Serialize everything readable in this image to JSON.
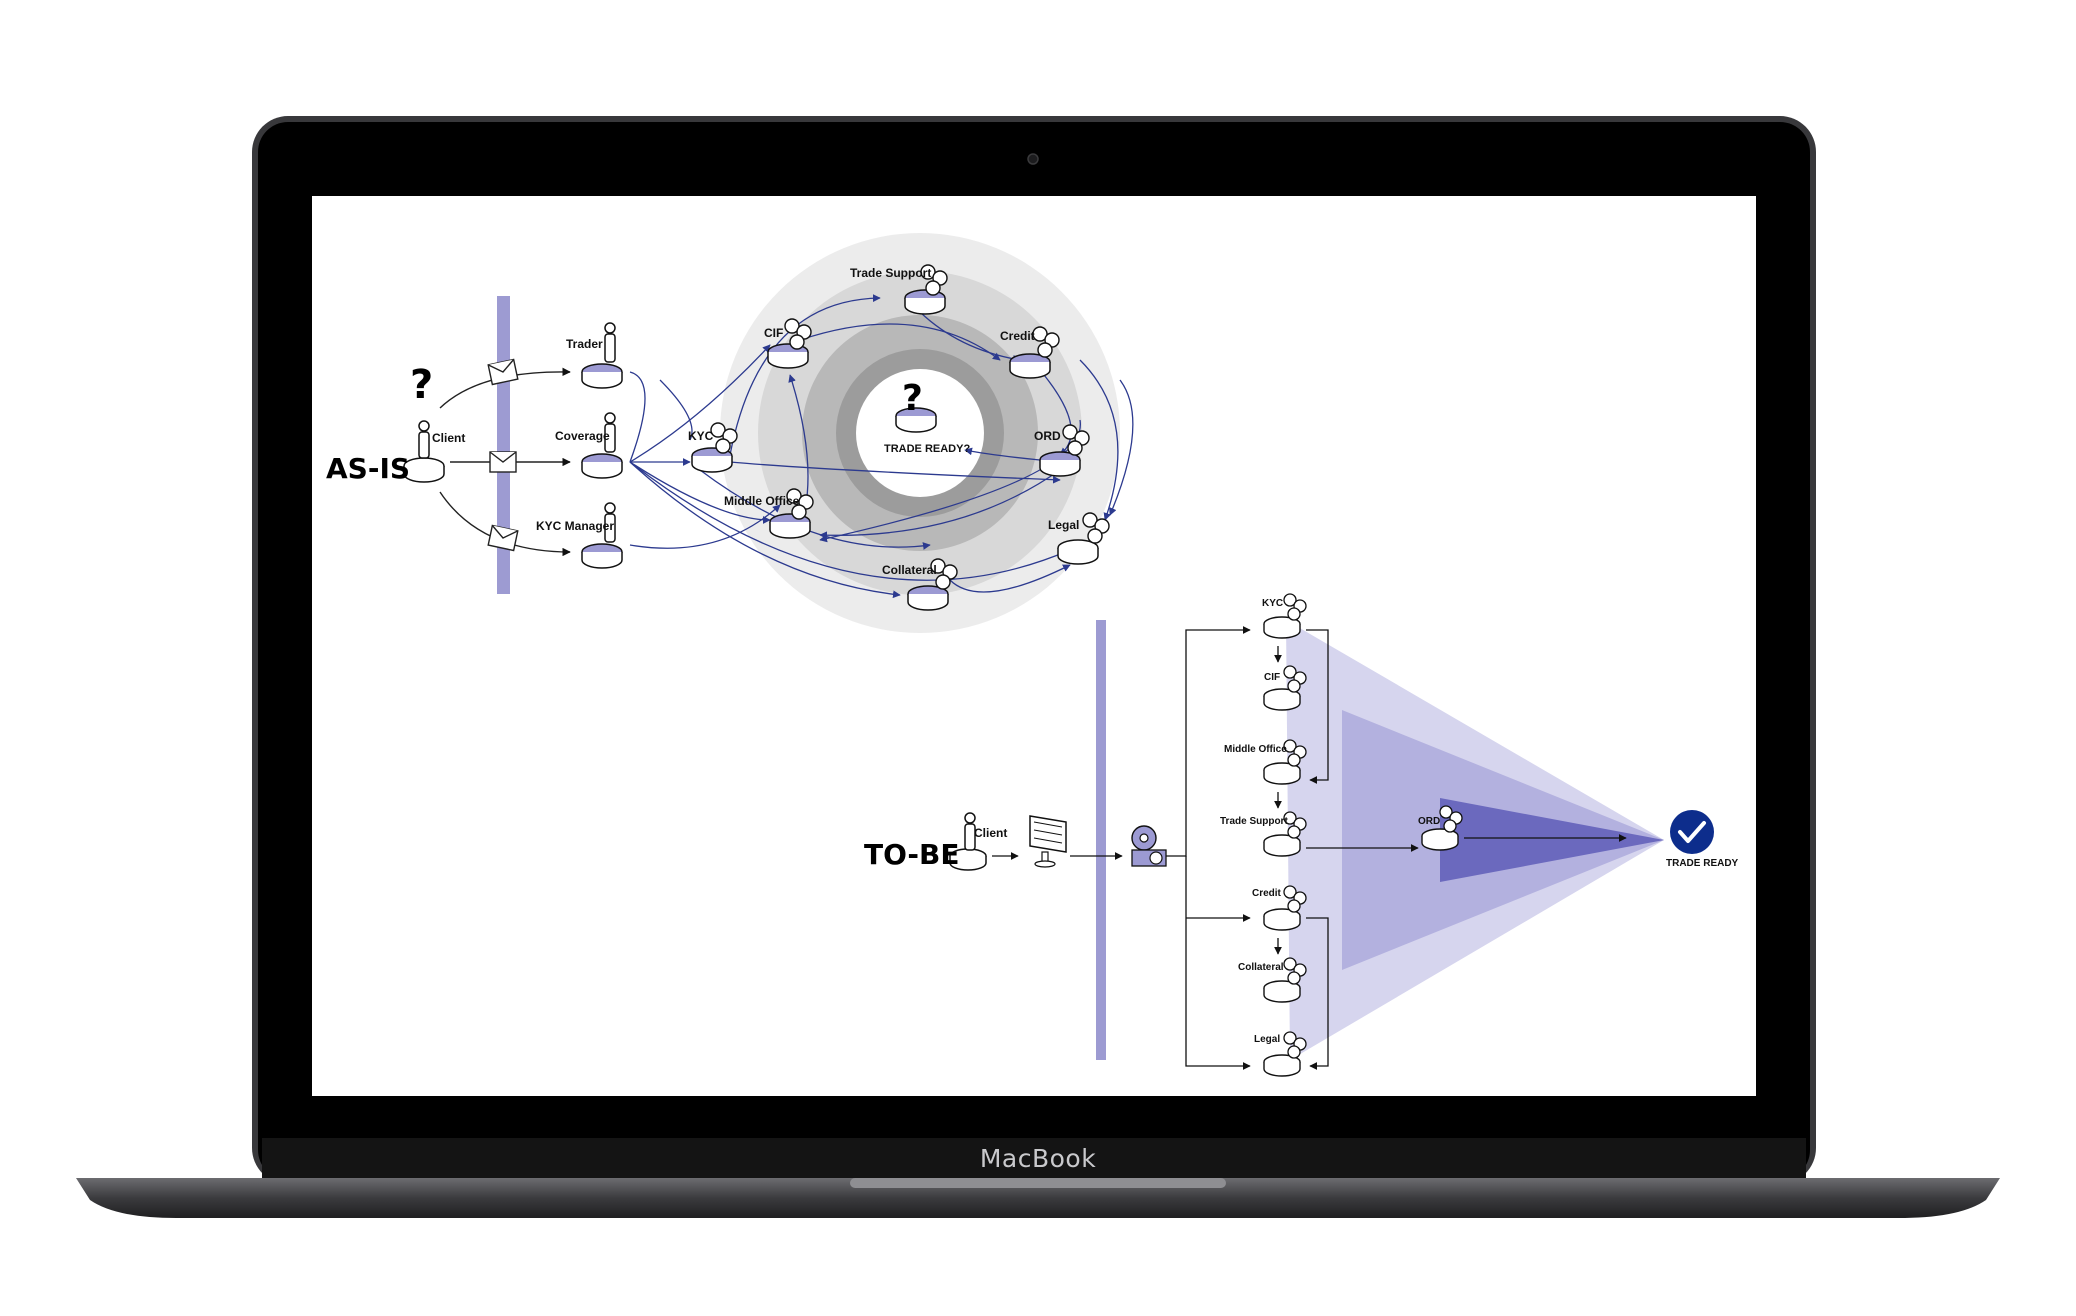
{
  "device": {
    "brand": "MacBook"
  },
  "as_is": {
    "title": "AS-IS",
    "client": "Client",
    "hub_label": "TRADE READY?",
    "front_office": [
      "Trader",
      "Coverage",
      "KYC Manager"
    ],
    "functions": [
      "Trade Support",
      "Credit",
      "CIF",
      "KYC",
      "ORD",
      "Middle Office",
      "Legal",
      "Collateral"
    ]
  },
  "to_be": {
    "title": "TO-BE",
    "client": "Client",
    "functions": [
      "KYC",
      "CIF",
      "Middle Office",
      "Trade Support",
      "Credit",
      "Collateral",
      "Legal"
    ],
    "ord": "ORD",
    "outcome": "TRADE READY"
  },
  "colors": {
    "accent": "#8a88c8",
    "accent_dark": "#5b59b0",
    "arrow": "#2c3a8f",
    "check": "#0d2d8c",
    "bezel": "#000000",
    "chassis": "#3a3a3d"
  }
}
